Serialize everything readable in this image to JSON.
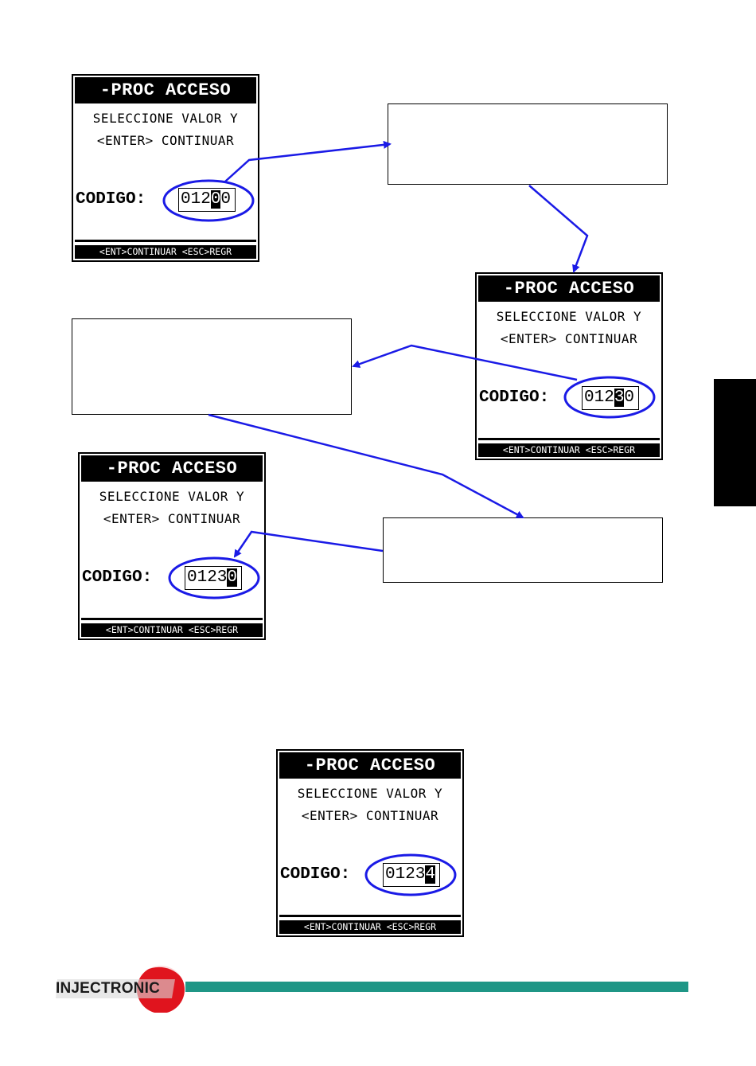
{
  "screens": [
    {
      "title": "-PROC ACCESO",
      "line1": "SELECCIONE VALOR Y",
      "line2": "<ENTER> CONTINUAR",
      "code_label": "CODIGO:",
      "code_before": "012",
      "code_cursor": "0",
      "code_after": "0",
      "footer": "<ENT>CONTINUAR <ESC>REGR"
    },
    {
      "title": "-PROC ACCESO",
      "line1": "SELECCIONE VALOR Y",
      "line2": "<ENTER> CONTINUAR",
      "code_label": "CODIGO:",
      "code_before": "012",
      "code_cursor": "3",
      "code_after": "0",
      "footer": "<ENT>CONTINUAR <ESC>REGR"
    },
    {
      "title": "-PROC ACCESO",
      "line1": "SELECCIONE VALOR Y",
      "line2": "<ENTER> CONTINUAR",
      "code_label": "CODIGO:",
      "code_before": "0123",
      "code_cursor": "0",
      "code_after": "",
      "footer": "<ENT>CONTINUAR <ESC>REGR"
    },
    {
      "title": "-PROC ACCESO",
      "line1": "SELECCIONE VALOR Y",
      "line2": "<ENTER> CONTINUAR",
      "code_label": "CODIGO:",
      "code_before": "0123",
      "code_cursor": "4",
      "code_after": "",
      "footer": "<ENT>CONTINUAR <ESC>REGR"
    }
  ],
  "logo": {
    "text": "INJECTRONIC"
  },
  "colors": {
    "arrow": "#1a1ae6",
    "brand_line": "#1f9686",
    "logo_red": "#e0141e"
  }
}
